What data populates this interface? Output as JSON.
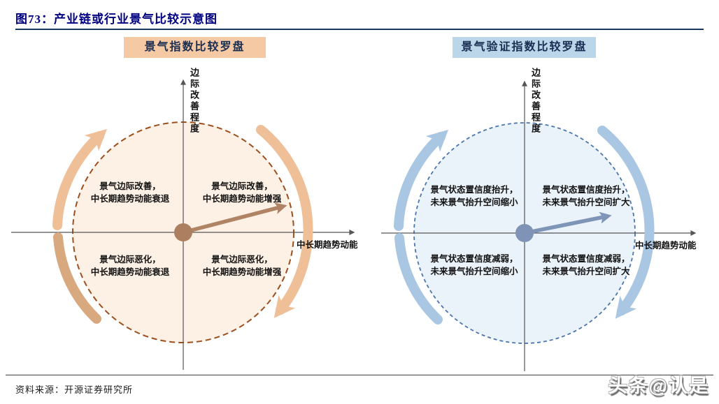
{
  "figure": {
    "title": "图73：产业链或行业景气比较示意图",
    "source": "资料来源：开源证券研究所",
    "watermark": "头条@认是"
  },
  "left_panel": {
    "header": "景气指数比较罗盘",
    "y_axis_label": "边际改善程度",
    "x_axis_label": "中长期趋势动能",
    "quadrants": {
      "top_left": [
        "景气边际改善，",
        "中长期趋势动能衰退"
      ],
      "top_right": [
        "景气边际改善，",
        "中长期趋势动能增强"
      ],
      "bottom_left": [
        "景气边际恶化，",
        "中长期趋势动能衰退"
      ],
      "bottom_right": [
        "景气边际恶化，",
        "中长期趋势动能增强"
      ]
    },
    "colors": {
      "header_bg": "#f5c9a3",
      "circle_fill": "#fdf0e4",
      "circle_border": "#9b4f1d",
      "swoosh": "#efbf97",
      "swoosh_dark": "#d8a87e",
      "arrow": "#b08365",
      "hub": "#ab7f60"
    }
  },
  "right_panel": {
    "header": "景气验证指数比较罗盘",
    "y_axis_label": "边际改善程度",
    "x_axis_label": "中长期趋势动能",
    "quadrants": {
      "top_left": [
        "景气状态置信度抬升，",
        "未来景气抬升空间缩小"
      ],
      "top_right": [
        "景气状态置信度抬升，",
        "未来景气抬升空间扩大"
      ],
      "bottom_left": [
        "景气状态置信度减弱，",
        "未来景气抬升空间缩小"
      ],
      "bottom_right": [
        "景气状态置信度减弱，",
        "未来景气抬升空间扩大"
      ]
    },
    "colors": {
      "header_bg": "#bbd5e9",
      "circle_fill": "#eaf2fa",
      "circle_border": "#4a76ad",
      "swoosh": "#a9c6e3",
      "arrow": "#7e95b8",
      "hub": "#7e93b5"
    }
  },
  "colors": {
    "title": "#000080",
    "rule": "#17375e",
    "axis": "#555555",
    "quadrant_text": "#111111"
  }
}
